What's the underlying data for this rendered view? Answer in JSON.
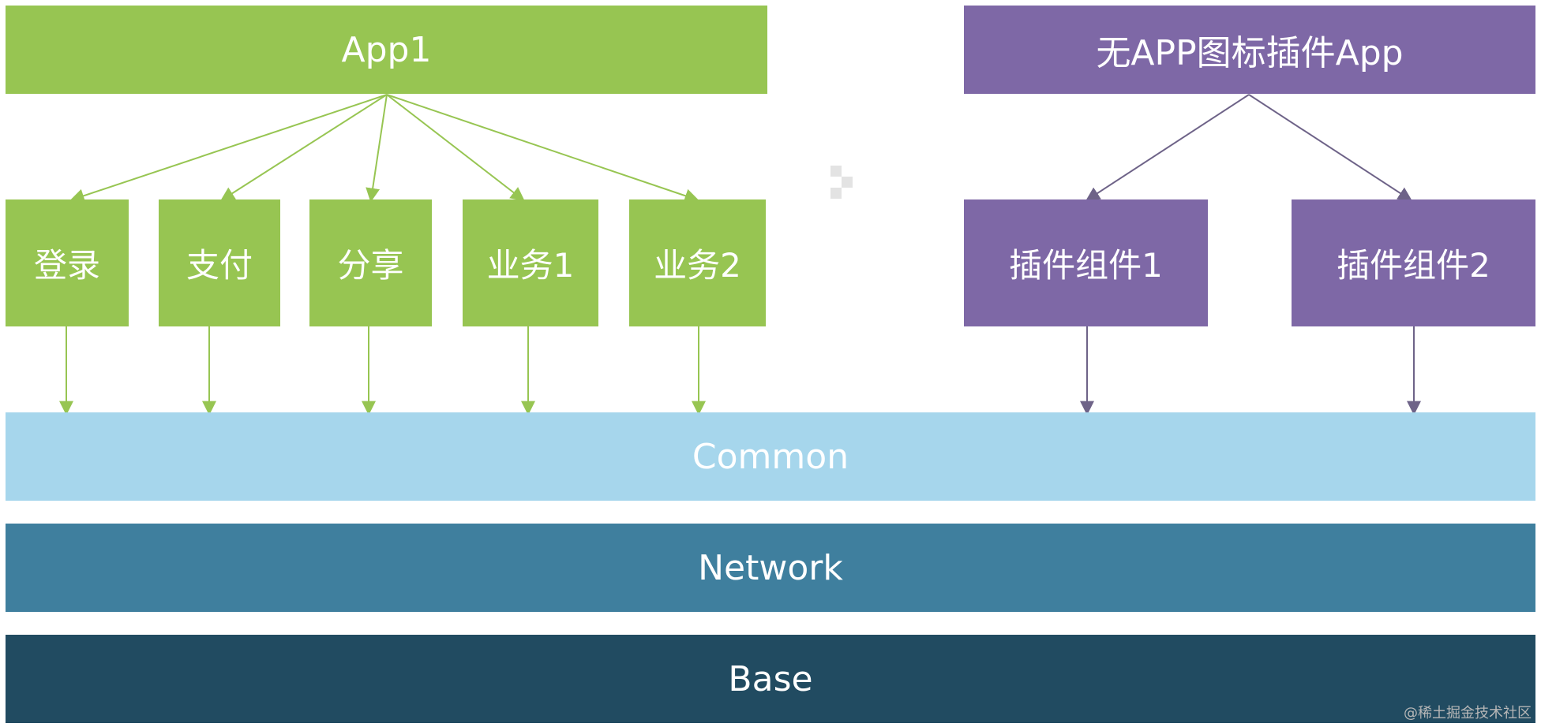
{
  "top": {
    "app1": "App1",
    "plugin_app": "无APP图标插件App"
  },
  "modules": {
    "login": "登录",
    "pay": "支付",
    "share": "分享",
    "biz1": "业务1",
    "biz2": "业务2",
    "plugin1": "插件组件1",
    "plugin2": "插件组件2"
  },
  "layers": {
    "common": "Common",
    "network": "Network",
    "base": "Base"
  },
  "watermark": "@稀土掘金技术社区",
  "colors": {
    "green": "#97c552",
    "purple": "#7e68a6",
    "common": "#a6d6ec",
    "network": "#3f7f9e",
    "base": "#214b61",
    "green_edge": "#97c552",
    "purple_edge": "#6e6388"
  }
}
